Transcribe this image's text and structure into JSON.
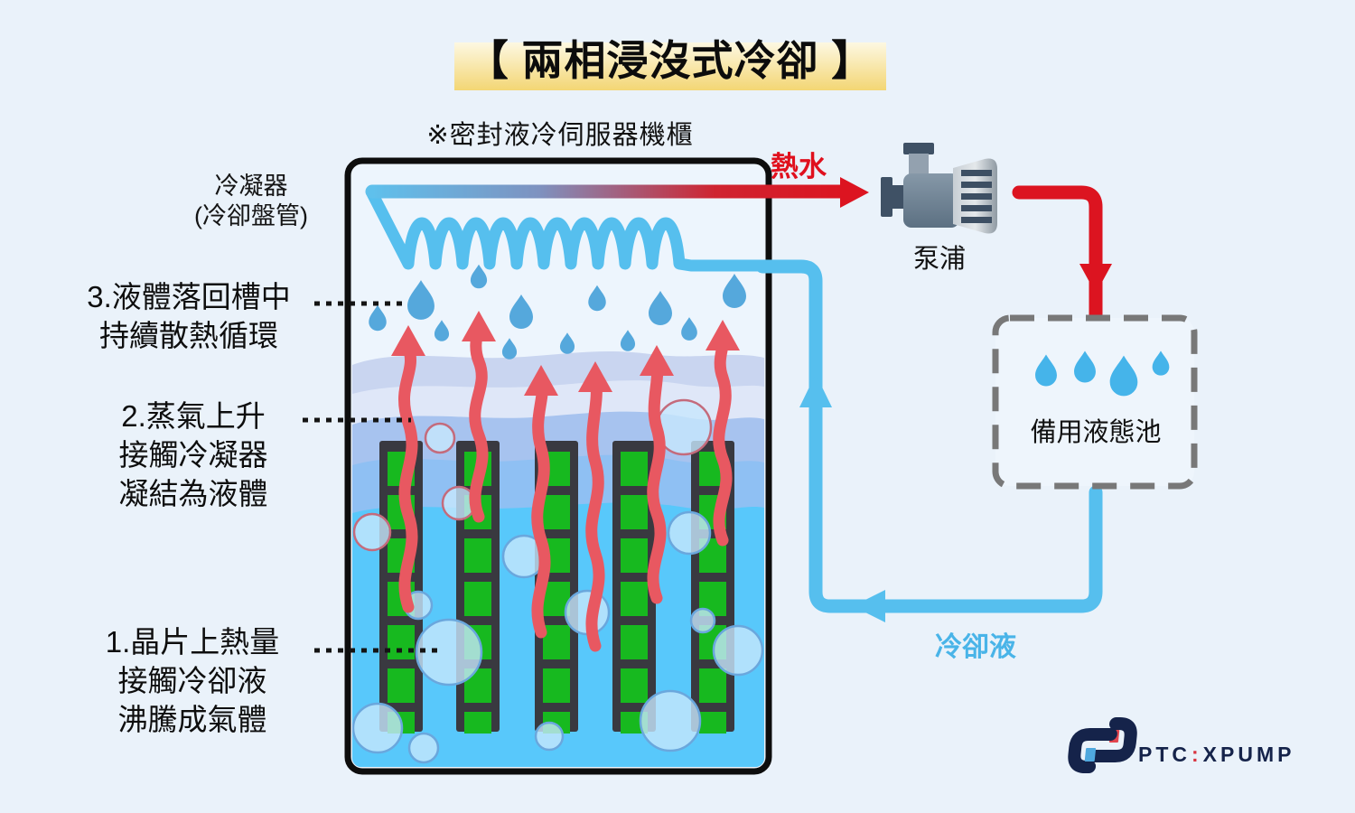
{
  "title": "【 兩相浸沒式冷卻 】",
  "subtitle": "※密封液冷伺服器機櫃",
  "tank_labels": {
    "condenser_line1": "冷凝器",
    "condenser_line2": "(冷卻盤管)"
  },
  "steps": {
    "step3_line1": "3.液體落回槽中",
    "step3_line2": "持續散熱循環",
    "step2_line1": "2.蒸氣上升",
    "step2_line2": "接觸冷凝器",
    "step2_line3": "凝結為液體",
    "step1_line1": "1.晶片上熱量",
    "step1_line2": "接觸冷卻液",
    "step1_line3": "沸騰成氣體"
  },
  "flow_labels": {
    "hot_water": "熱水",
    "pump": "泵浦",
    "reserve_pool": "備用液態池",
    "coolant": "冷卻液"
  },
  "logo": {
    "part1": "PTC",
    "separator": ":",
    "part2": "XPUMP"
  },
  "colors": {
    "hot_red": "#dc1420",
    "coolant_blue": "#56bfee",
    "vapor_red": "#e85861",
    "drop_blue": "#55a8dc",
    "reserve_drop_blue": "#45b4ea",
    "chip_green": "#17b91f",
    "liquid_blue": "#58c8fb",
    "highlight_gold": "#f3d674",
    "logo_navy": "#15234a"
  }
}
